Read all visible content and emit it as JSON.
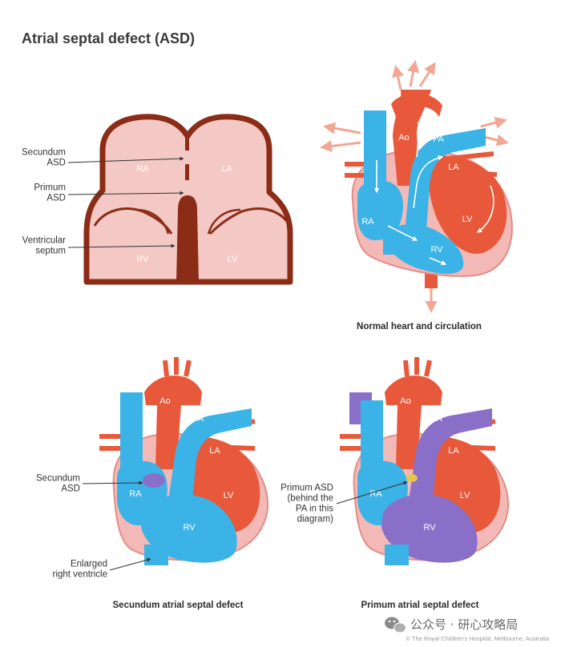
{
  "title": "Atrial septal defect (ASD)",
  "colors": {
    "oxygenated": "#e8583a",
    "deoxygenated": "#3bb3e6",
    "mixed": "#8a6fc9",
    "muscle": "#f2b9b6",
    "outline": "#8b2c17",
    "arrow_out": "#f1a793",
    "defect": "#e2c64a"
  },
  "panel_schematic": {
    "labels": {
      "secundum": "Secundum\nASD",
      "primum": "Primum\nASD",
      "septum": "Ventricular\nseptum"
    },
    "chambers": {
      "ra": "RA",
      "la": "LA",
      "rv": "RV",
      "lv": "LV"
    }
  },
  "panel_normal": {
    "caption": "Normal heart and circulation",
    "chambers": {
      "ao": "Ao",
      "pa": "PA",
      "la": "LA",
      "ra": "RA",
      "lv": "LV",
      "rv": "RV"
    }
  },
  "panel_secundum": {
    "caption": "Secundum atrial septal defect",
    "labels": {
      "defect": "Secundum\nASD",
      "ventricle": "Enlarged\nright ventricle"
    },
    "chambers": {
      "ao": "Ao",
      "pa": "PA",
      "la": "LA",
      "ra": "RA",
      "lv": "LV",
      "rv": "RV"
    }
  },
  "panel_primum": {
    "caption": "Primum atrial septal defect",
    "labels": {
      "defect": "Primum ASD\n(behind the\nPA in this\ndiagram)"
    },
    "chambers": {
      "ao": "Ao",
      "pa": "PA",
      "la": "LA",
      "ra": "RA",
      "lv": "LV",
      "rv": "RV"
    }
  },
  "watermark": {
    "text": "公众号 · 研心攻略局",
    "icon": "wechat-icon"
  },
  "credit": "© The Royal Children's Hospital, Melbourne, Australia"
}
